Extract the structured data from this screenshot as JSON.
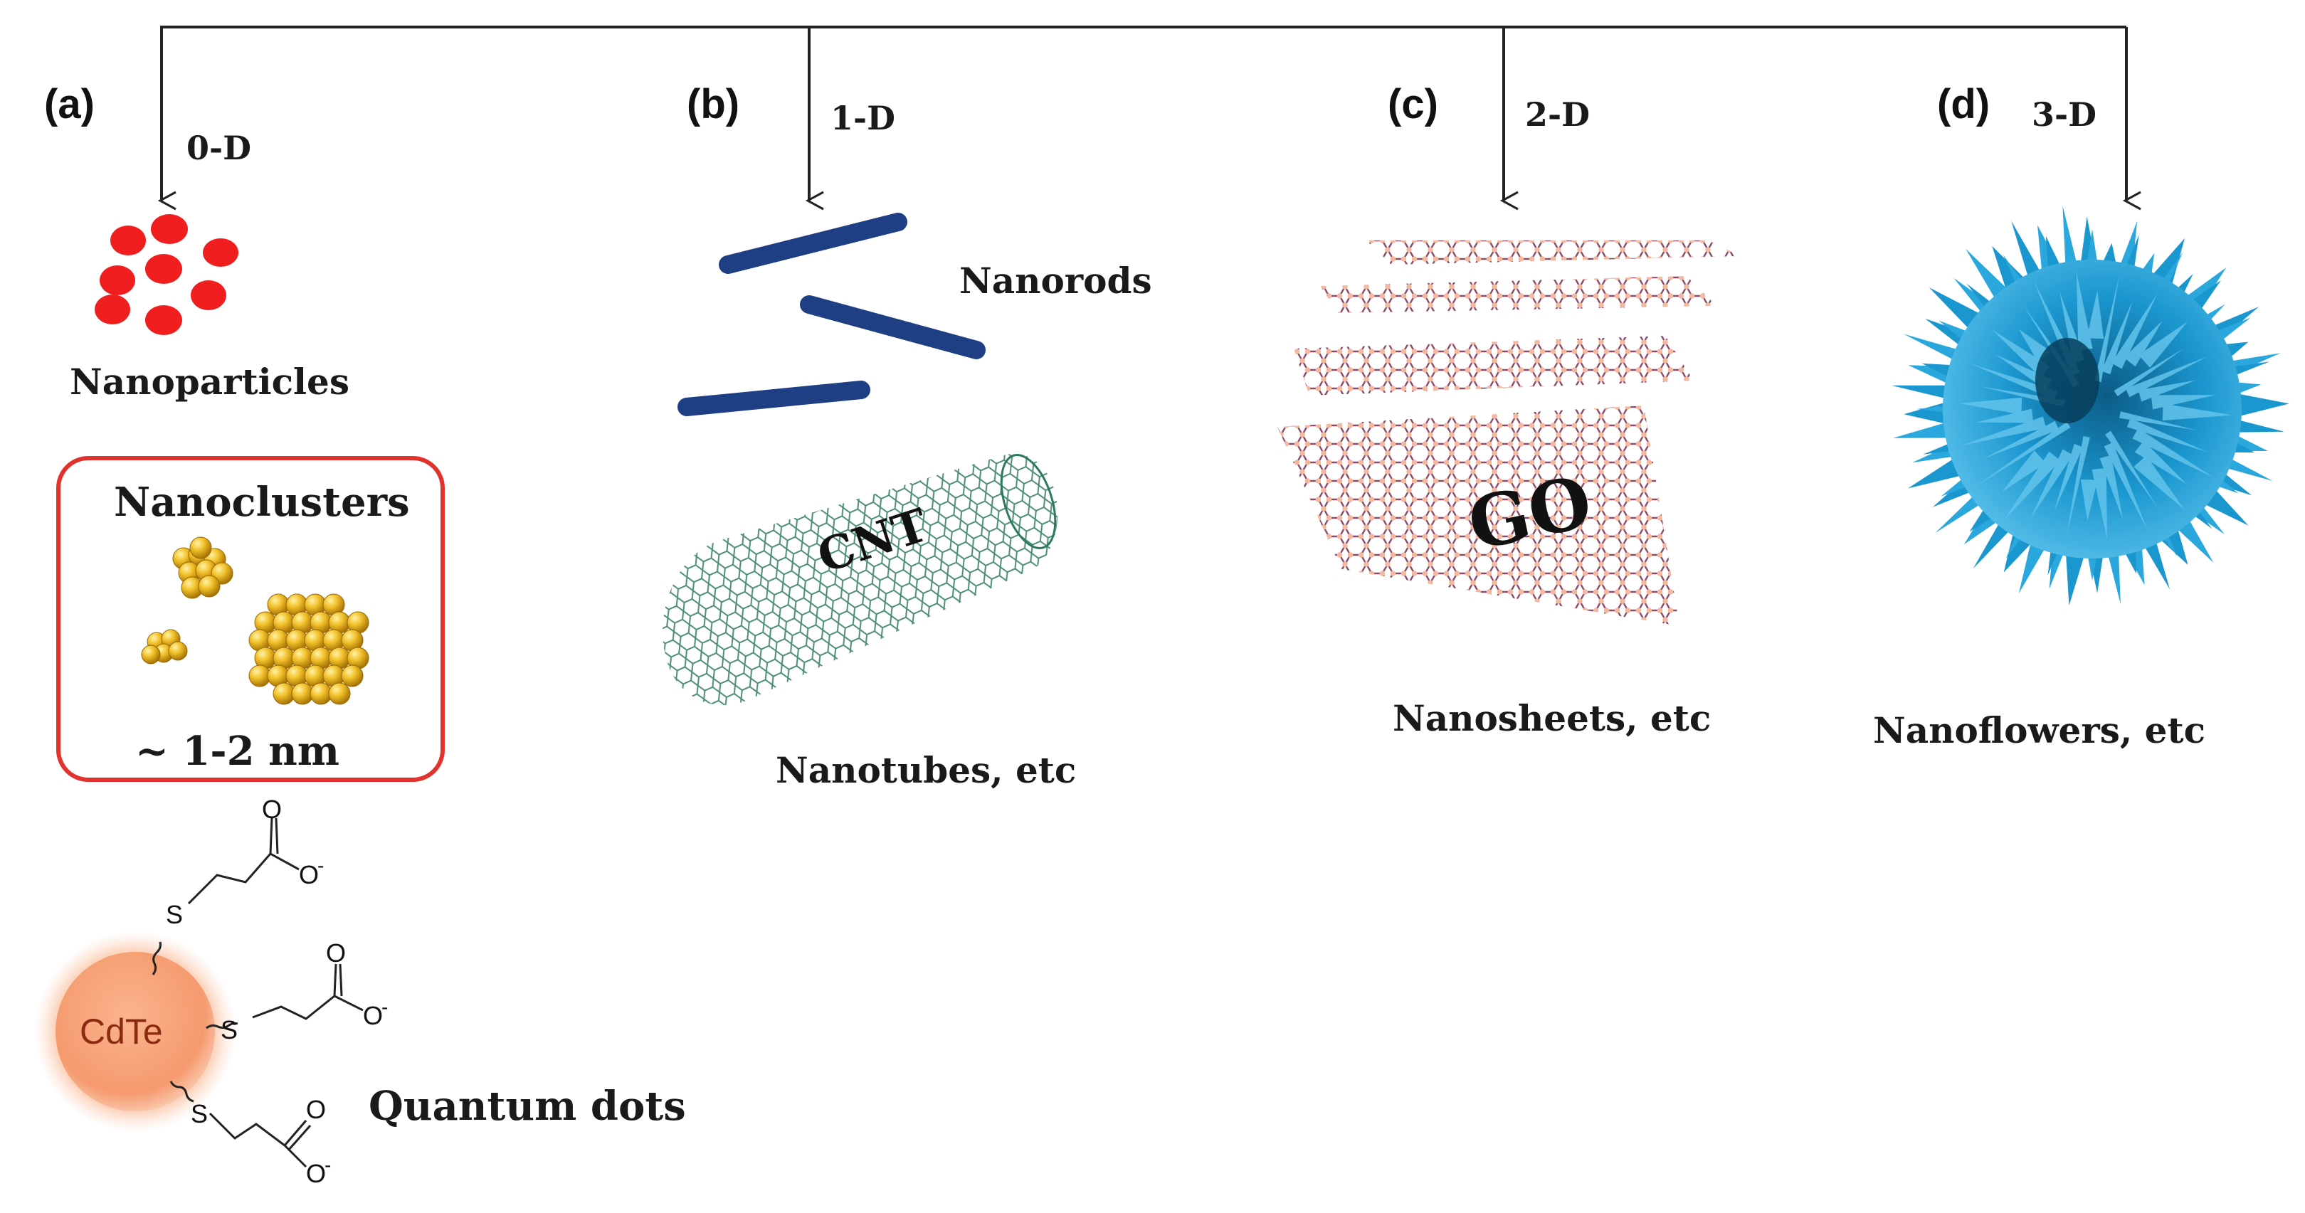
{
  "panels": [
    {
      "letter": "(a)",
      "dimension": "0-D"
    },
    {
      "letter": "(b)",
      "dimension": "1-D"
    },
    {
      "letter": "(c)",
      "dimension": "2-D"
    },
    {
      "letter": "(d)",
      "dimension": "3-D"
    }
  ],
  "zero_d": {
    "nanoparticles": "Nanoparticles",
    "nanoclusters": "Nanoclusters",
    "cluster_size": "~ 1-2 nm",
    "core_label": "CdTe",
    "ligand_sulfur": "S",
    "ligand_oxygen": "O",
    "ligand_carboxylate": "O",
    "ligand_charge": "-",
    "quantum_dots": "Quantum dots"
  },
  "one_d": {
    "nanorods": "Nanorods",
    "tube_label": "CNT",
    "nanotubes": "Nanotubes, etc"
  },
  "two_d": {
    "sheet_label": "GO",
    "nanosheets": "Nanosheets, etc"
  },
  "three_d": {
    "nanoflowers": "Nanoflowers, etc"
  },
  "colors": {
    "nanoparticle": "#f01e1e",
    "nanorod": "#1f3f85",
    "cluster_gold": "#e7b21c",
    "box_border": "#e2322d",
    "cnt_green": "#2d7a5e",
    "go_bond": "#8a4a6a",
    "go_atom": "#f2b8a0",
    "flower_blue": "#1b97cf",
    "cdte_core": "#f59a6e"
  }
}
